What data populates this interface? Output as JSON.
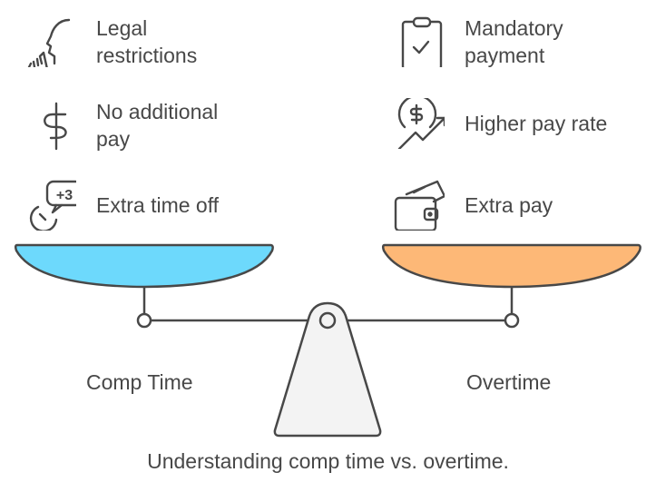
{
  "title": "Understanding comp time vs. overtime.",
  "left": {
    "label": "Comp Time",
    "pan_color": "#6dd9fc",
    "items": [
      {
        "icon": "person-shush-icon",
        "label": "Legal\nrestrictions"
      },
      {
        "icon": "dollar-sign-icon",
        "label": "No additional\npay"
      },
      {
        "icon": "clock-plus-three-icon",
        "label": "Extra time off"
      }
    ]
  },
  "right": {
    "label": "Overtime",
    "pan_color": "#fdb877",
    "items": [
      {
        "icon": "clipboard-check-icon",
        "label": "Mandatory\npayment"
      },
      {
        "icon": "dollar-trend-up-icon",
        "label": "Higher pay rate"
      },
      {
        "icon": "wallet-cash-icon",
        "label": "Extra pay"
      }
    ]
  },
  "colors": {
    "stroke": "#484848",
    "fulcrum_fill": "#f3f3f3"
  }
}
